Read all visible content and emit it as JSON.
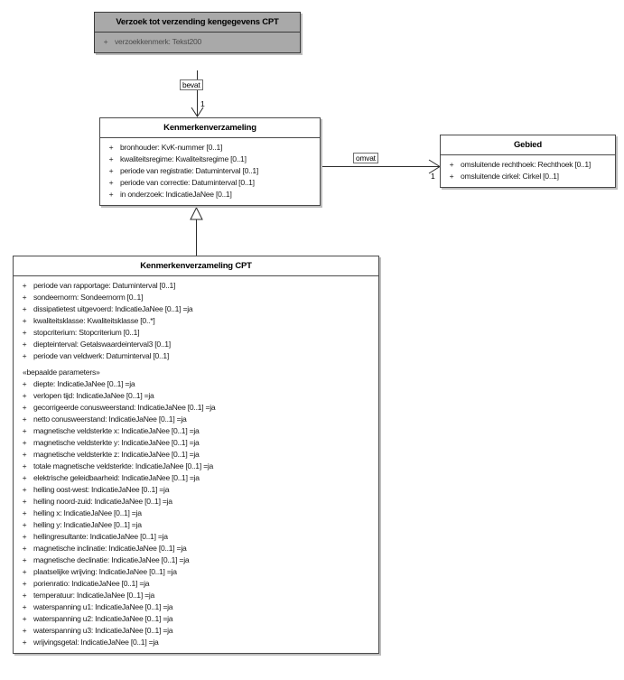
{
  "diagram": {
    "type": "uml-class-diagram",
    "background": "#ffffff",
    "line_color": "#2b2b2b",
    "shaded_fill": "#a9a9a9",
    "box_fill": "#ffffff",
    "border_color": "#4a4a4a"
  },
  "classes": {
    "verzoek": {
      "name": "Verzoek tot verzending kengegevens CPT",
      "shaded": true,
      "attributes": [
        {
          "visibility": "+",
          "signature": "verzoekkenmerk: Tekst200"
        }
      ]
    },
    "kenmerkenverzameling": {
      "name": "Kenmerkenverzameling",
      "shaded": false,
      "attributes": [
        {
          "visibility": "+",
          "signature": "bronhouder: KvK-nummer [0..1]"
        },
        {
          "visibility": "+",
          "signature": "kwaliteitsregime: Kwaliteitsregime [0..1]"
        },
        {
          "visibility": "+",
          "signature": "periode van registratie: Datuminterval [0..1]"
        },
        {
          "visibility": "+",
          "signature": "periode van correctie: Datuminterval [0..1]"
        },
        {
          "visibility": "+",
          "signature": "in onderzoek: IndicatieJaNee [0..1]"
        }
      ]
    },
    "gebied": {
      "name": "Gebied",
      "shaded": false,
      "attributes": [
        {
          "visibility": "+",
          "signature": "omsluitende rechthoek: Rechthoek [0..1]"
        },
        {
          "visibility": "+",
          "signature": "omsluitende cirkel: Cirkel [0..1]"
        }
      ]
    },
    "kenmerkenverzameling_cpt": {
      "name": "Kenmerkenverzameling CPT",
      "shaded": false,
      "attributes": [
        {
          "visibility": "+",
          "signature": "periode van rapportage: Datuminterval [0..1]"
        },
        {
          "visibility": "+",
          "signature": "sondeernorm: Sondeernorm [0..1]"
        },
        {
          "visibility": "+",
          "signature": "dissipatietest uitgevoerd: IndicatieJaNee [0..1] =ja"
        },
        {
          "visibility": "+",
          "signature": "kwaliteitsklasse: Kwaliteitsklasse [0..*]"
        },
        {
          "visibility": "+",
          "signature": "stopcriterium: Stopcriterium [0..1]"
        },
        {
          "visibility": "+",
          "signature": "diepteinterval: Getalswaardeinterval3 [0..1]"
        },
        {
          "visibility": "+",
          "signature": "periode van veldwerk: Datuminterval [0..1]"
        },
        {
          "visibility": "",
          "signature": "«bepaalde parameters»",
          "stereotype": true
        },
        {
          "visibility": "+",
          "signature": "diepte: IndicatieJaNee [0..1] =ja"
        },
        {
          "visibility": "+",
          "signature": "verlopen tijd: IndicatieJaNee [0..1] =ja"
        },
        {
          "visibility": "+",
          "signature": "gecorrigeerde conusweerstand: IndicatieJaNee [0..1] =ja"
        },
        {
          "visibility": "+",
          "signature": "netto conusweerstand: IndicatieJaNee [0..1] =ja"
        },
        {
          "visibility": "+",
          "signature": "magnetische veldsterkte x: IndicatieJaNee [0..1] =ja"
        },
        {
          "visibility": "+",
          "signature": "magnetische veldsterkte y: IndicatieJaNee [0..1] =ja"
        },
        {
          "visibility": "+",
          "signature": "magnetische veldsterkte z: IndicatieJaNee [0..1] =ja"
        },
        {
          "visibility": "+",
          "signature": "totale magnetische veldsterkte: IndicatieJaNee [0..1] =ja"
        },
        {
          "visibility": "+",
          "signature": "elektrische geleidbaarheid: IndicatieJaNee [0..1] =ja"
        },
        {
          "visibility": "+",
          "signature": "helling oost-west: IndicatieJaNee [0..1] =ja"
        },
        {
          "visibility": "+",
          "signature": "helling noord-zuid: IndicatieJaNee [0..1] =ja"
        },
        {
          "visibility": "+",
          "signature": "helling x: IndicatieJaNee [0..1] =ja"
        },
        {
          "visibility": "+",
          "signature": "helling y: IndicatieJaNee [0..1] =ja"
        },
        {
          "visibility": "+",
          "signature": "hellingresultante: IndicatieJaNee [0..1] =ja"
        },
        {
          "visibility": "+",
          "signature": "magnetische inclinatie: IndicatieJaNee [0..1] =ja"
        },
        {
          "visibility": "+",
          "signature": "magnetische declinatie: IndicatieJaNee [0..1] =ja"
        },
        {
          "visibility": "+",
          "signature": "plaatselijke wrijving: IndicatieJaNee [0..1] =ja"
        },
        {
          "visibility": "+",
          "signature": "porienratio: IndicatieJaNee [0..1] =ja"
        },
        {
          "visibility": "+",
          "signature": "temperatuur: IndicatieJaNee [0..1] =ja"
        },
        {
          "visibility": "+",
          "signature": "waterspanning u1: IndicatieJaNee [0..1] =ja"
        },
        {
          "visibility": "+",
          "signature": "waterspanning u2: IndicatieJaNee [0..1] =ja"
        },
        {
          "visibility": "+",
          "signature": "waterspanning u3: IndicatieJaNee [0..1] =ja"
        },
        {
          "visibility": "+",
          "signature": "wrijvingsgetal: IndicatieJaNee [0..1] =ja"
        }
      ]
    }
  },
  "connectors": {
    "bevat": {
      "label": "bevat",
      "target_multiplicity": "1",
      "from": "verzoek",
      "to": "kenmerkenverzameling",
      "arrow": "open"
    },
    "omvat": {
      "label": "omvat",
      "target_multiplicity": "1",
      "from": "kenmerkenverzameling",
      "to": "gebied",
      "arrow": "open"
    },
    "generalization": {
      "label": "",
      "from": "kenmerkenverzameling_cpt",
      "to": "kenmerkenverzameling",
      "arrow": "hollow-triangle"
    }
  }
}
